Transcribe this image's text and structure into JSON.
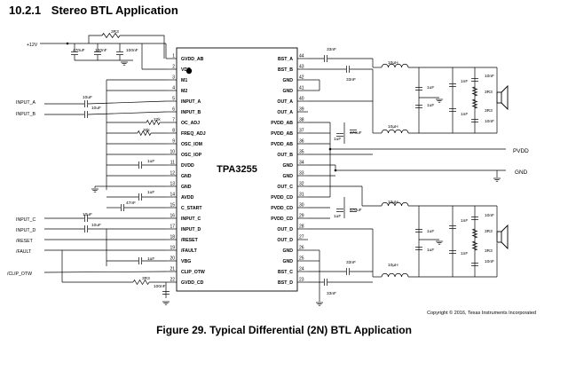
{
  "section": {
    "number": "10.2.1",
    "title": "Stereo BTL Application"
  },
  "caption": "Figure 29.  Typical Differential (2N) BTL Application",
  "copyright": "Copyright © 2016, Texas Instruments Incorporated",
  "ic": {
    "name": "TPA3255",
    "left_pins": [
      {
        "num": "1",
        "name": "GVDD_AB"
      },
      {
        "num": "2",
        "name": "VDD"
      },
      {
        "num": "3",
        "name": "M1"
      },
      {
        "num": "4",
        "name": "M2"
      },
      {
        "num": "5",
        "name": "INPUT_A"
      },
      {
        "num": "6",
        "name": "INPUT_B"
      },
      {
        "num": "7",
        "name": "OC_ADJ"
      },
      {
        "num": "8",
        "name": "FREQ_ADJ"
      },
      {
        "num": "9",
        "name": "OSC_IOM"
      },
      {
        "num": "10",
        "name": "OSC_IOP"
      },
      {
        "num": "11",
        "name": "DVDD"
      },
      {
        "num": "12",
        "name": "GND"
      },
      {
        "num": "13",
        "name": "GND"
      },
      {
        "num": "14",
        "name": "AVDD"
      },
      {
        "num": "15",
        "name": "C_START"
      },
      {
        "num": "16",
        "name": "INPUT_C"
      },
      {
        "num": "17",
        "name": "INPUT_D"
      },
      {
        "num": "18",
        "name": "/RESET"
      },
      {
        "num": "19",
        "name": "/FAULT"
      },
      {
        "num": "20",
        "name": "VBG"
      },
      {
        "num": "21",
        "name": "CLIP_OTW"
      },
      {
        "num": "22",
        "name": "GVDD_CD"
      }
    ],
    "right_pins": [
      {
        "num": "44",
        "name": "BST_A"
      },
      {
        "num": "43",
        "name": "BST_B"
      },
      {
        "num": "42",
        "name": "GND"
      },
      {
        "num": "41",
        "name": "GND"
      },
      {
        "num": "40",
        "name": "OUT_A"
      },
      {
        "num": "39",
        "name": "OUT_A"
      },
      {
        "num": "38",
        "name": "PVDD_AB"
      },
      {
        "num": "37",
        "name": "PVDD_AB"
      },
      {
        "num": "36",
        "name": "PVDD_AB"
      },
      {
        "num": "35",
        "name": "OUT_B"
      },
      {
        "num": "34",
        "name": "GND"
      },
      {
        "num": "33",
        "name": "GND"
      },
      {
        "num": "32",
        "name": "OUT_C"
      },
      {
        "num": "31",
        "name": "PVDD_CD"
      },
      {
        "num": "30",
        "name": "PVDD_CD"
      },
      {
        "num": "29",
        "name": "PVDD_CD"
      },
      {
        "num": "28",
        "name": "OUT_D"
      },
      {
        "num": "27",
        "name": "OUT_D"
      },
      {
        "num": "26",
        "name": "GND"
      },
      {
        "num": "25",
        "name": "GND"
      },
      {
        "num": "24",
        "name": "BST_C"
      },
      {
        "num": "23",
        "name": "BST_D"
      }
    ]
  },
  "external_signals": {
    "supply": "+12V",
    "input_a": "INPUT_A",
    "input_b": "INPUT_B",
    "input_c": "INPUT_C",
    "input_d": "INPUT_D",
    "reset": "/RESET",
    "fault": "/FAULT",
    "clip": "/CLIP_OTW"
  },
  "rails": {
    "pvdd": "PVDD",
    "gnd": "GND"
  },
  "components": {
    "r_3r3": "3R3",
    "c_470uf": "470uF",
    "c_100nf": "100nF",
    "c_10uf": "10uF",
    "r_22k": "22k",
    "r_30k": "30k",
    "c_1uf": "1uF",
    "c_47nf": "47nF",
    "c_33nf": "33nF",
    "l_10uh": "10µH",
    "c_1nf": "1nF",
    "c_10nf": "10nF",
    "r_3r3_snub": "3R3"
  }
}
